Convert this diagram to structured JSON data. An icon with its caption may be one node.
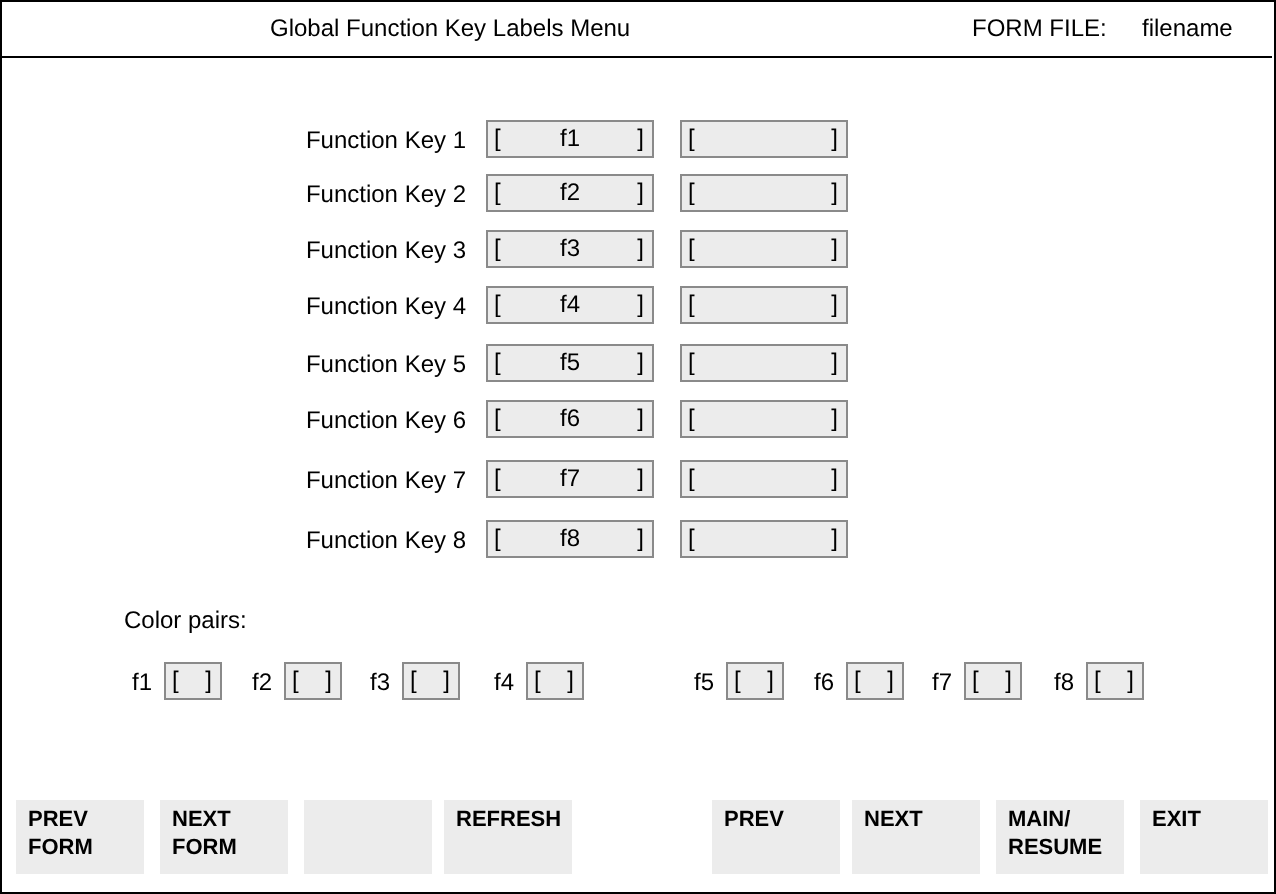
{
  "diagram": {
    "nodes": [
      {
        "text": [
          "[",
          "f1",
          "]"
        ]
      },
      {
        "text": [
          "[",
          "]"
        ]
      },
      {
        "text": [
          "[",
          "f2",
          "]"
        ]
      },
      {
        "text": [
          "[",
          "]"
        ]
      },
      {
        "text": [
          "[",
          "f3",
          "]"
        ]
      },
      {
        "text": [
          "[",
          "]"
        ]
      },
      {
        "text": [
          "[",
          "f4",
          "]"
        ]
      },
      {
        "text": [
          "[",
          "]"
        ]
      },
      {
        "text": [
          "[",
          "f5",
          "]"
        ]
      },
      {
        "text": [
          "[",
          "]"
        ]
      },
      {
        "text": [
          "[",
          "f6",
          "]"
        ]
      },
      {
        "text": [
          "[",
          "]"
        ]
      },
      {
        "text": [
          "[",
          "f7",
          "]"
        ]
      },
      {
        "text": [
          "[",
          "]"
        ]
      },
      {
        "text": [
          "[",
          "f8",
          "]"
        ]
      },
      {
        "text": [
          "[",
          "]"
        ]
      },
      {
        "text": [
          "[",
          "]"
        ]
      },
      {
        "text": [
          "[",
          "]"
        ]
      },
      {
        "text": [
          "[",
          "]"
        ]
      },
      {
        "text": [
          "[",
          "]"
        ]
      },
      {
        "text": [
          "[",
          "]"
        ]
      },
      {
        "text": [
          "[",
          "]"
        ]
      },
      {
        "text": [
          "[",
          "]"
        ]
      },
      {
        "text": [
          "[",
          "]"
        ]
      },
      {
        "text": [
          "PREV FORM"
        ]
      },
      {
        "text": [
          "NEXT FORM"
        ]
      },
      {
        "text": [],
        "shape": "box"
      },
      {
        "text": [
          "REFRESH"
        ]
      },
      {
        "text": [
          "PREV"
        ]
      },
      {
        "text": [
          "NEXT"
        ]
      },
      {
        "text": [
          "MAIN/ RESUME"
        ]
      },
      {
        "text": [
          "EXIT"
        ]
      }
    ],
    "labels": [
      "Global Function Key Labels Menu",
      "FORM FILE:",
      "filename",
      "Function Key 1",
      "Function Key 2",
      "Function Key 3",
      "Function Key 4",
      "Function Key 5",
      "Function Key 6",
      "Function Key 7",
      "Function Key 8",
      "Color pairs:",
      "f1",
      "f2",
      "f3",
      "f4",
      "f5",
      "f6",
      "f7",
      "f8"
    ]
  }
}
